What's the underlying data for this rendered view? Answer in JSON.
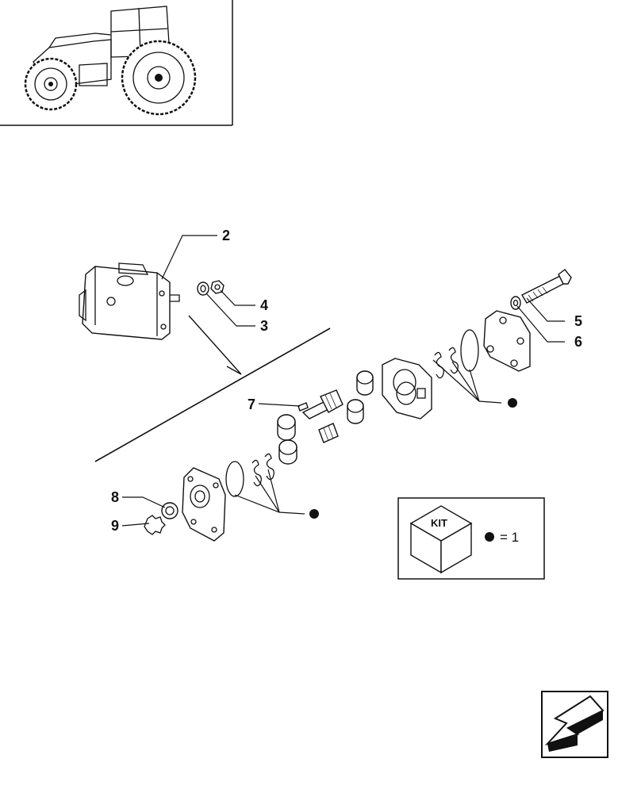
{
  "callouts": {
    "c2": "2",
    "c3": "3",
    "c4": "4",
    "c5": "5",
    "c6": "6",
    "c7": "7",
    "c8": "8",
    "c9": "9"
  },
  "kit_box": {
    "label": "KIT",
    "equation": "= 1"
  },
  "icons": {
    "tractor": "tractor-thumbnail-icon",
    "navigation": "back-arrow-icon"
  }
}
